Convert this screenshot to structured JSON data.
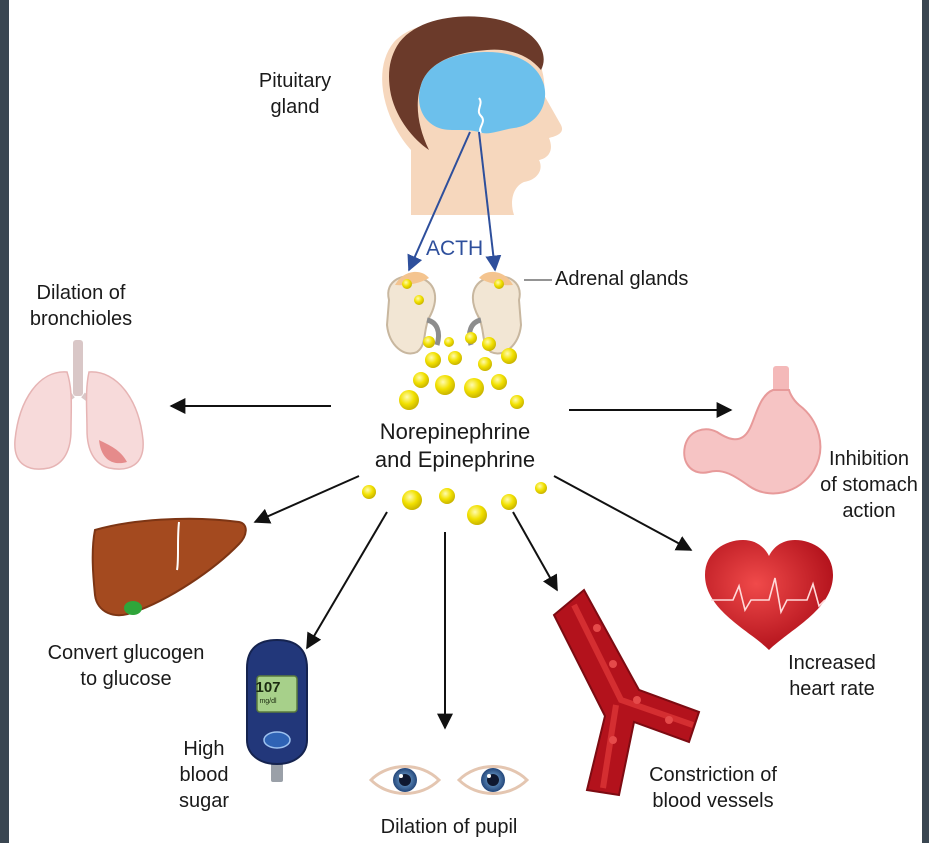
{
  "labels": {
    "pituitary": [
      "Pituitary",
      "gland"
    ],
    "acth": "ACTH",
    "adrenal": "Adrenal glands",
    "hormones": [
      "Norepinephrine",
      "and Epinephrine"
    ],
    "bronchioles": [
      "Dilation of",
      "bronchioles"
    ],
    "stomach": [
      "Inhibition",
      "of stomach",
      "action"
    ],
    "liver": [
      "Convert glucogen",
      "to glucose"
    ],
    "heart": [
      "Increased",
      "heart rate"
    ],
    "sugar": [
      "High",
      "blood",
      "sugar"
    ],
    "vessels": [
      "Constriction of",
      "blood vessels"
    ],
    "pupil": "Dilation of pupil",
    "meter_value": "107",
    "meter_unit": "mg/dl"
  },
  "colors": {
    "brain": "#6cc0ec",
    "hair": "#6b3a2a",
    "skin": "#f6d7bd",
    "acth_arrow": "#2e4f9c",
    "hormone_dot": "#f2e100",
    "liver": "#a44a1f",
    "heart": "#d41f2a",
    "vessel": "#b3121c",
    "meter": "#22377a"
  }
}
